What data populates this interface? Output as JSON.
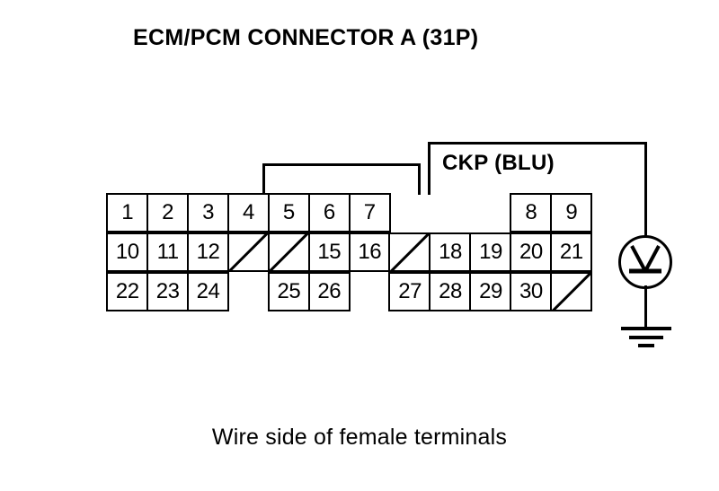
{
  "title": "ECM/PCM CONNECTOR A (31P)",
  "caption": "Wire side of female terminals",
  "wire_label": "CKP (BLU)",
  "colors": {
    "ink": "#000000",
    "background": "#ffffff"
  },
  "connector": {
    "columns": 12,
    "rows": 3,
    "rows_data": [
      [
        {
          "label": "1",
          "type": "terminal"
        },
        {
          "label": "2",
          "type": "terminal"
        },
        {
          "label": "3",
          "type": "terminal"
        },
        {
          "label": "4",
          "type": "terminal"
        },
        {
          "label": "5",
          "type": "terminal"
        },
        {
          "label": "6",
          "type": "terminal"
        },
        {
          "label": "7",
          "type": "terminal"
        },
        {
          "label": "",
          "type": "gap"
        },
        {
          "label": "",
          "type": "gap"
        },
        {
          "label": "",
          "type": "gap"
        },
        {
          "label": "8",
          "type": "terminal"
        },
        {
          "label": "9",
          "type": "terminal"
        }
      ],
      [
        {
          "label": "10",
          "type": "terminal"
        },
        {
          "label": "11",
          "type": "terminal"
        },
        {
          "label": "12",
          "type": "terminal"
        },
        {
          "label": "",
          "type": "blank"
        },
        {
          "label": "",
          "type": "blank"
        },
        {
          "label": "15",
          "type": "terminal"
        },
        {
          "label": "16",
          "type": "terminal"
        },
        {
          "label": "",
          "type": "blank"
        },
        {
          "label": "18",
          "type": "terminal"
        },
        {
          "label": "19",
          "type": "terminal"
        },
        {
          "label": "20",
          "type": "terminal"
        },
        {
          "label": "21",
          "type": "terminal"
        }
      ],
      [
        {
          "label": "22",
          "type": "terminal"
        },
        {
          "label": "23",
          "type": "terminal"
        },
        {
          "label": "24",
          "type": "terminal"
        },
        {
          "label": "",
          "type": "gap"
        },
        {
          "label": "25",
          "type": "terminal"
        },
        {
          "label": "26",
          "type": "terminal"
        },
        {
          "label": "",
          "type": "gap"
        },
        {
          "label": "27",
          "type": "terminal"
        },
        {
          "label": "28",
          "type": "terminal"
        },
        {
          "label": "29",
          "type": "terminal"
        },
        {
          "label": "30",
          "type": "terminal"
        },
        {
          "label": "",
          "type": "blank"
        }
      ]
    ]
  },
  "symbols": {
    "sensor": "ckp-sensor-symbol",
    "ground": "ground-symbol",
    "bracket": "terminal-bracket"
  }
}
